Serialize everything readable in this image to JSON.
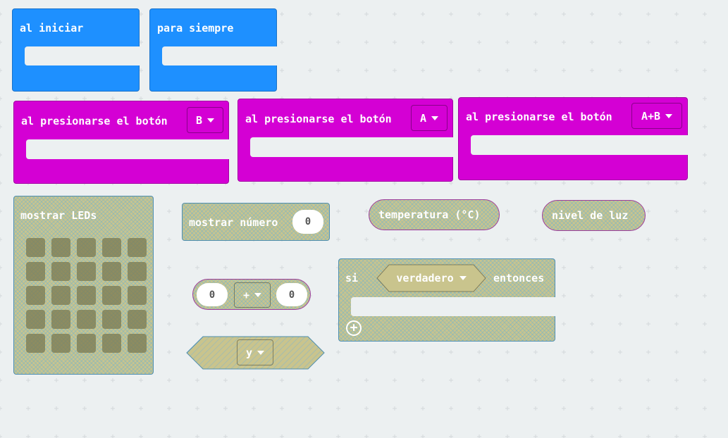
{
  "blocks": {
    "on_start": "al iniciar",
    "forever": "para siempre",
    "button_press_label": "al presionarse el botón",
    "button_b": "B",
    "button_a": "A",
    "button_ab": "A+B",
    "show_leds": "mostrar LEDs",
    "show_number": "mostrar número",
    "show_number_value": "0",
    "temperature": "temperatura (°C)",
    "light_level": "nivel de luz",
    "math_left": "0",
    "math_op": "+",
    "math_right": "0",
    "logic_op": "y",
    "if_label": "si",
    "if_condition": "verdadero",
    "if_then": "entonces"
  },
  "icons": {
    "add": "plus-circle-icon",
    "dropdown": "caret-down-icon"
  },
  "colors": {
    "workspace": "#ecf0f1",
    "basic": "#1e90ff",
    "input": "#d400d4",
    "disabled_pattern": "#c9c48d"
  },
  "led_grid": {
    "rows": 5,
    "cols": 5
  }
}
